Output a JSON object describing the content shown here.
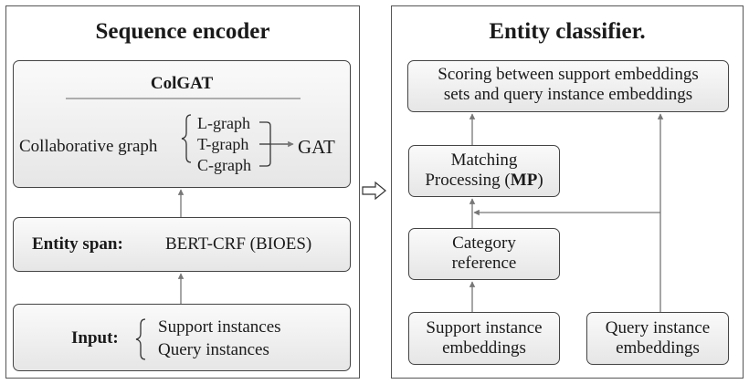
{
  "encoder": {
    "title": "Sequence encoder",
    "colgat": {
      "title": "ColGAT",
      "graph_label": "Collaborative graph",
      "graphs": [
        "L-graph",
        "T-graph",
        "C-graph"
      ],
      "output": "GAT"
    },
    "entity_span": {
      "label": "Entity span:",
      "value": "BERT-CRF (BIOES)"
    },
    "input": {
      "label": "Input:",
      "items": [
        "Support instances",
        "Query instances"
      ]
    }
  },
  "classifier": {
    "title": "Entity classifier.",
    "scoring": {
      "line1": "Scoring between support embeddings",
      "line2": "sets and query instance embeddings"
    },
    "matching": {
      "line1": "Matching",
      "line2_prefix": "Processing (",
      "line2_bold": "MP",
      "line2_suffix": ")"
    },
    "category": {
      "line1": "Category",
      "line2": "reference"
    },
    "support_emb": {
      "line1": "Support instance",
      "line2": "embeddings"
    },
    "query_emb": {
      "line1": "Query instance",
      "line2": "embeddings"
    }
  },
  "colors": {
    "border": "#555555",
    "box_top": "#fafafa",
    "box_bottom": "#e6e6e6",
    "arrow": "#777777"
  }
}
